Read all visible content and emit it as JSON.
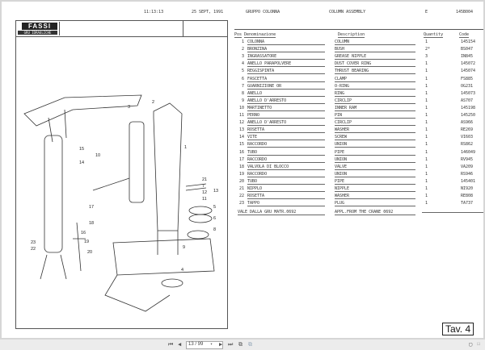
{
  "header": {
    "time": "11:13:13",
    "date": "25 SEPT, 1991",
    "logo": "FASSI",
    "logo_sub": "GRU IDRAULICHE",
    "group_it": "GRUPPO COLONNA",
    "group_en": "COLUMN ASSEMBLY",
    "letter": "E",
    "code": "145B004"
  },
  "table": {
    "columns": [
      "Pos",
      "Denominazione",
      "Description",
      "Quantity",
      "Code"
    ],
    "rows": [
      [
        "1",
        "COLONNA",
        "COLUMN",
        "1",
        "145154"
      ],
      [
        "2",
        "BRONZINA",
        "BUSH",
        "2*",
        "BS047"
      ],
      [
        "3",
        "INGRASSATORE",
        "GREASE NIPPLE",
        "3",
        "IN845"
      ],
      [
        "4",
        "ANELLO PARAPOLVERE",
        "DUST COVER RING",
        "1",
        "145072"
      ],
      [
        "5",
        "REGGISPINTA",
        "THRUST BEARING",
        "1",
        "145074"
      ],
      [
        "6",
        "FASCETTA",
        "CLAMP",
        "1",
        "FS885"
      ],
      [
        "7",
        "GUARNIZIONE OR",
        "O-RING",
        "1",
        "OG231"
      ],
      [
        "8",
        "ANELLO",
        "RING",
        "1",
        "145073"
      ],
      [
        "9",
        "ANELLO D'ARRESTO",
        "CIRCLIP",
        "1",
        "AS707"
      ],
      [
        "10",
        "MARTINETTO",
        "INNER RAM",
        "1",
        "145198"
      ],
      [
        "11",
        "PERNO",
        "PIN",
        "1",
        "145250"
      ],
      [
        "12",
        "ANELLO D'ARRESTO",
        "CIRCLIP",
        "1",
        "AS966"
      ],
      [
        "13",
        "ROSETTA",
        "WASHER",
        "1",
        "RE269"
      ],
      [
        "14",
        "VITE",
        "SCREW",
        "1",
        "VI603"
      ],
      [
        "15",
        "RACCORDO",
        "UNION",
        "1",
        "RS862"
      ],
      [
        "16",
        "TUBO",
        "PIPE",
        "1",
        "146049"
      ],
      [
        "17",
        "RACCORDO",
        "UNION",
        "1",
        "RV945"
      ],
      [
        "18",
        "VALVOLA DI BLOCCO",
        "VALVE",
        "1",
        "VA209"
      ],
      [
        "19",
        "RACCORDO",
        "UNION",
        "1",
        "RS946"
      ],
      [
        "20",
        "TUBO",
        "PIPE",
        "1",
        "145401"
      ],
      [
        "21",
        "NIPPLO",
        "NIPPLE",
        "1",
        "NI920"
      ],
      [
        "22",
        "ROSETTA",
        "WASHER",
        "1",
        "RE808"
      ],
      [
        "23",
        "TAPPO",
        "PLUG",
        "1",
        "TA737"
      ]
    ],
    "footer_it": "VALE DALLA GRU MATR.0692",
    "footer_en": "APPL.FROM THE CRANE 0692"
  },
  "plate": "Tav.  4",
  "viewer": {
    "page": "13 / 99"
  },
  "callouts": [
    "3",
    "2",
    "1",
    "15",
    "14",
    "10",
    "21",
    "7",
    "12",
    "11",
    "5",
    "6",
    "13",
    "17",
    "18",
    "16",
    "19",
    "20",
    "23",
    "22",
    "8",
    "9",
    "4"
  ]
}
